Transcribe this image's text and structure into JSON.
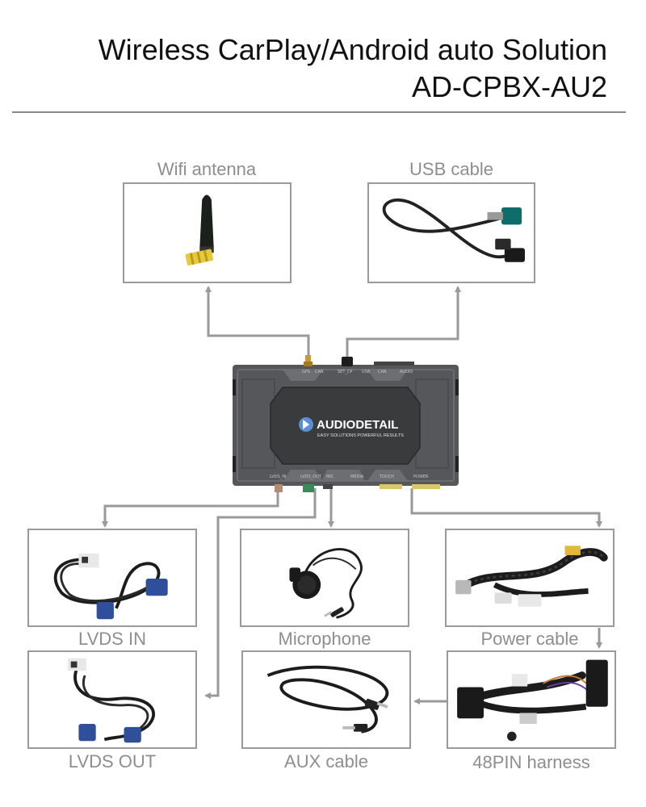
{
  "header": {
    "title": "Wireless CarPlay/Android auto Solution",
    "model": "AD-CPBX-AU2"
  },
  "components": {
    "wifi_antenna": "Wifi antenna",
    "usb_cable": "USB cable",
    "lvds_in": "LVDS IN",
    "microphone": "Microphone",
    "power_cable": "Power cable",
    "lvds_out": "LVDS OUT",
    "aux_cable": "AUX cable",
    "harness_48pin": "48PIN harness"
  },
  "device": {
    "brand": "AUDIODETAIL",
    "tagline": "EASY SOLUTIONS  POWERFUL RESULTS",
    "top_ports": [
      "GPS",
      "CAN",
      "SET_CP",
      "USB",
      "CAN",
      "AUDIO"
    ],
    "bottom_ports": [
      "LVDS_IN",
      "LVDS_OUT",
      "MIC",
      "MEDIA",
      "TOUCH",
      "POWER"
    ]
  },
  "colors": {
    "wire": "#9a9a9a",
    "device_body": "#55575a",
    "caption": "#8e8e8e"
  }
}
